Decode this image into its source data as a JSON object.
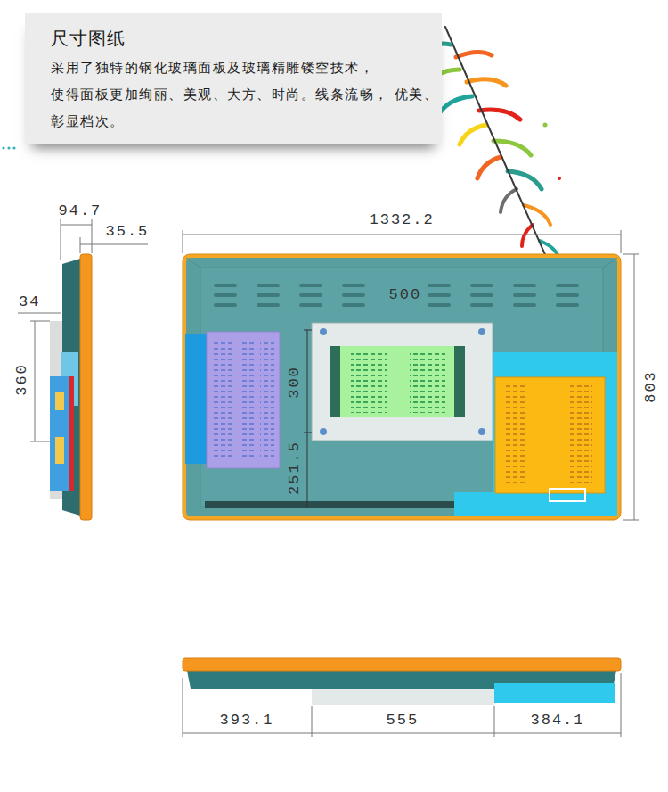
{
  "diagram": {
    "nodes": [
      {
        "text": [
          "尺寸图纸",
          "采用了独特的钢化玻璃面板及玻璃精雕镂空技术， 使得面板更加绚丽、美观、大方、时尚。线条流畅， 优美、彰显档次。"
        ]
      }
    ],
    "labels": [
      "94.7",
      "35.5",
      "34",
      "360",
      "1332.2",
      "500",
      "803",
      "300",
      "251.5",
      "393.1",
      "555",
      "384.1"
    ]
  }
}
